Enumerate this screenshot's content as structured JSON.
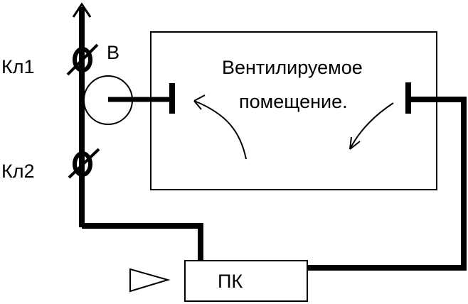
{
  "diagram": {
    "labels": {
      "valve1": "Кл1",
      "valve2": "Кл2",
      "fan": "В",
      "room_line1": "Вентилируемое",
      "room_line2": "помещение.",
      "unit": "ПК"
    },
    "colors": {
      "stroke": "#000000",
      "background": "#ffffff"
    }
  }
}
